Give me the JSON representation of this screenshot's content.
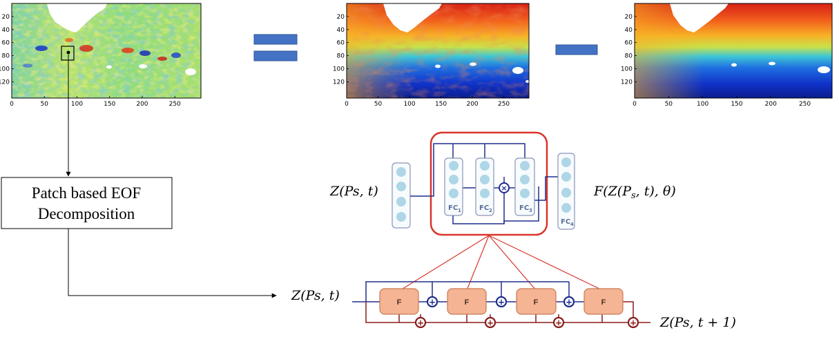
{
  "maps": {
    "y_ticks": [
      "20",
      "40",
      "60",
      "80",
      "100",
      "120"
    ],
    "x_ticks": [
      "0",
      "50",
      "100",
      "150",
      "200",
      "250"
    ]
  },
  "operators": {
    "equals": "=",
    "minus": "−"
  },
  "eof_box": {
    "line1": "Patch based EOF",
    "line2": "Decomposition"
  },
  "network": {
    "input_label": "Z(Ps, t)",
    "output_label": "F(Z(P",
    "output_sub": "s",
    "output_tail": ", t), θ)",
    "fc_layers": [
      {
        "label": "FC",
        "sub": "1"
      },
      {
        "label": "FC",
        "sub": "2"
      },
      {
        "label": "FC",
        "sub": "3"
      },
      {
        "label": "FC",
        "sub": "4"
      }
    ],
    "multiply_symbol": "×"
  },
  "chain": {
    "input_label": "Z(Ps, t)",
    "output_label": "Z(Ps, t + 1)",
    "block_label": "F",
    "add_symbol": "+"
  },
  "colors": {
    "operator_fill": "#4472c4",
    "highlight_border": "#d9342b",
    "block_fill": "#f5b493",
    "block_border": "#c87a55",
    "blue_line": "#1f2d8c",
    "red_line": "#8b1a1a",
    "fc_fill": "#aed6e6",
    "fc_border": "#8a93b8"
  }
}
